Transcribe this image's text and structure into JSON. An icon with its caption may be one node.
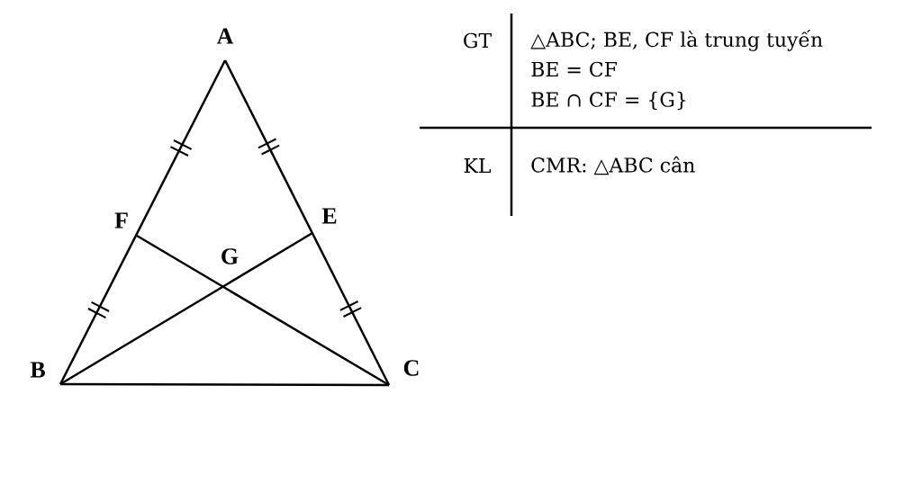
{
  "diagram": {
    "nodes": [
      {
        "text": [
          "A"
        ]
      },
      {
        "text": [
          "F"
        ]
      },
      {
        "text": [
          "E"
        ]
      },
      {
        "text": [
          "G"
        ]
      },
      {
        "text": [
          "B"
        ]
      },
      {
        "text": [
          "C"
        ]
      }
    ],
    "edges": [
      {
        "from": 0,
        "to": 4,
        "arrow": "none"
      },
      {
        "from": 0,
        "to": 5,
        "arrow": "none"
      },
      {
        "from": 4,
        "to": 5,
        "arrow": "none"
      },
      {
        "from": 4,
        "to": 2,
        "arrow": "none"
      },
      {
        "from": 5,
        "to": 1,
        "arrow": "none"
      }
    ],
    "labels": [
      "GT",
      "△ABC; BE, CF là trung tuyến",
      "BE = CF",
      "BE ∩ CF = {G}",
      "KL",
      "CMR: △ABC cân"
    ]
  }
}
